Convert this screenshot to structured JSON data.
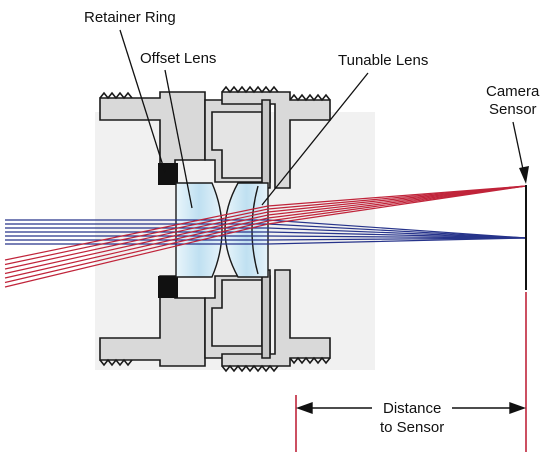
{
  "labels": {
    "retainer_ring": "Retainer Ring",
    "offset_lens": "Offset Lens",
    "tunable_lens": "Tunable Lens",
    "camera_sensor_line1": "Camera",
    "camera_sensor_line2": "Sensor",
    "distance_line1": "Distance",
    "distance_line2": "to Sensor"
  },
  "colors": {
    "red_rays": "#c0243a",
    "blue_rays": "#27348b",
    "housing": "#d9d9d9",
    "housing_outline": "#1a1a1a",
    "background_block": "#f0f0f0",
    "lens": "#cfe8f5",
    "retainer": "#111111",
    "sensor_marker": "#c0243a"
  },
  "rays": {
    "red_count": 7,
    "blue_count": 7
  }
}
